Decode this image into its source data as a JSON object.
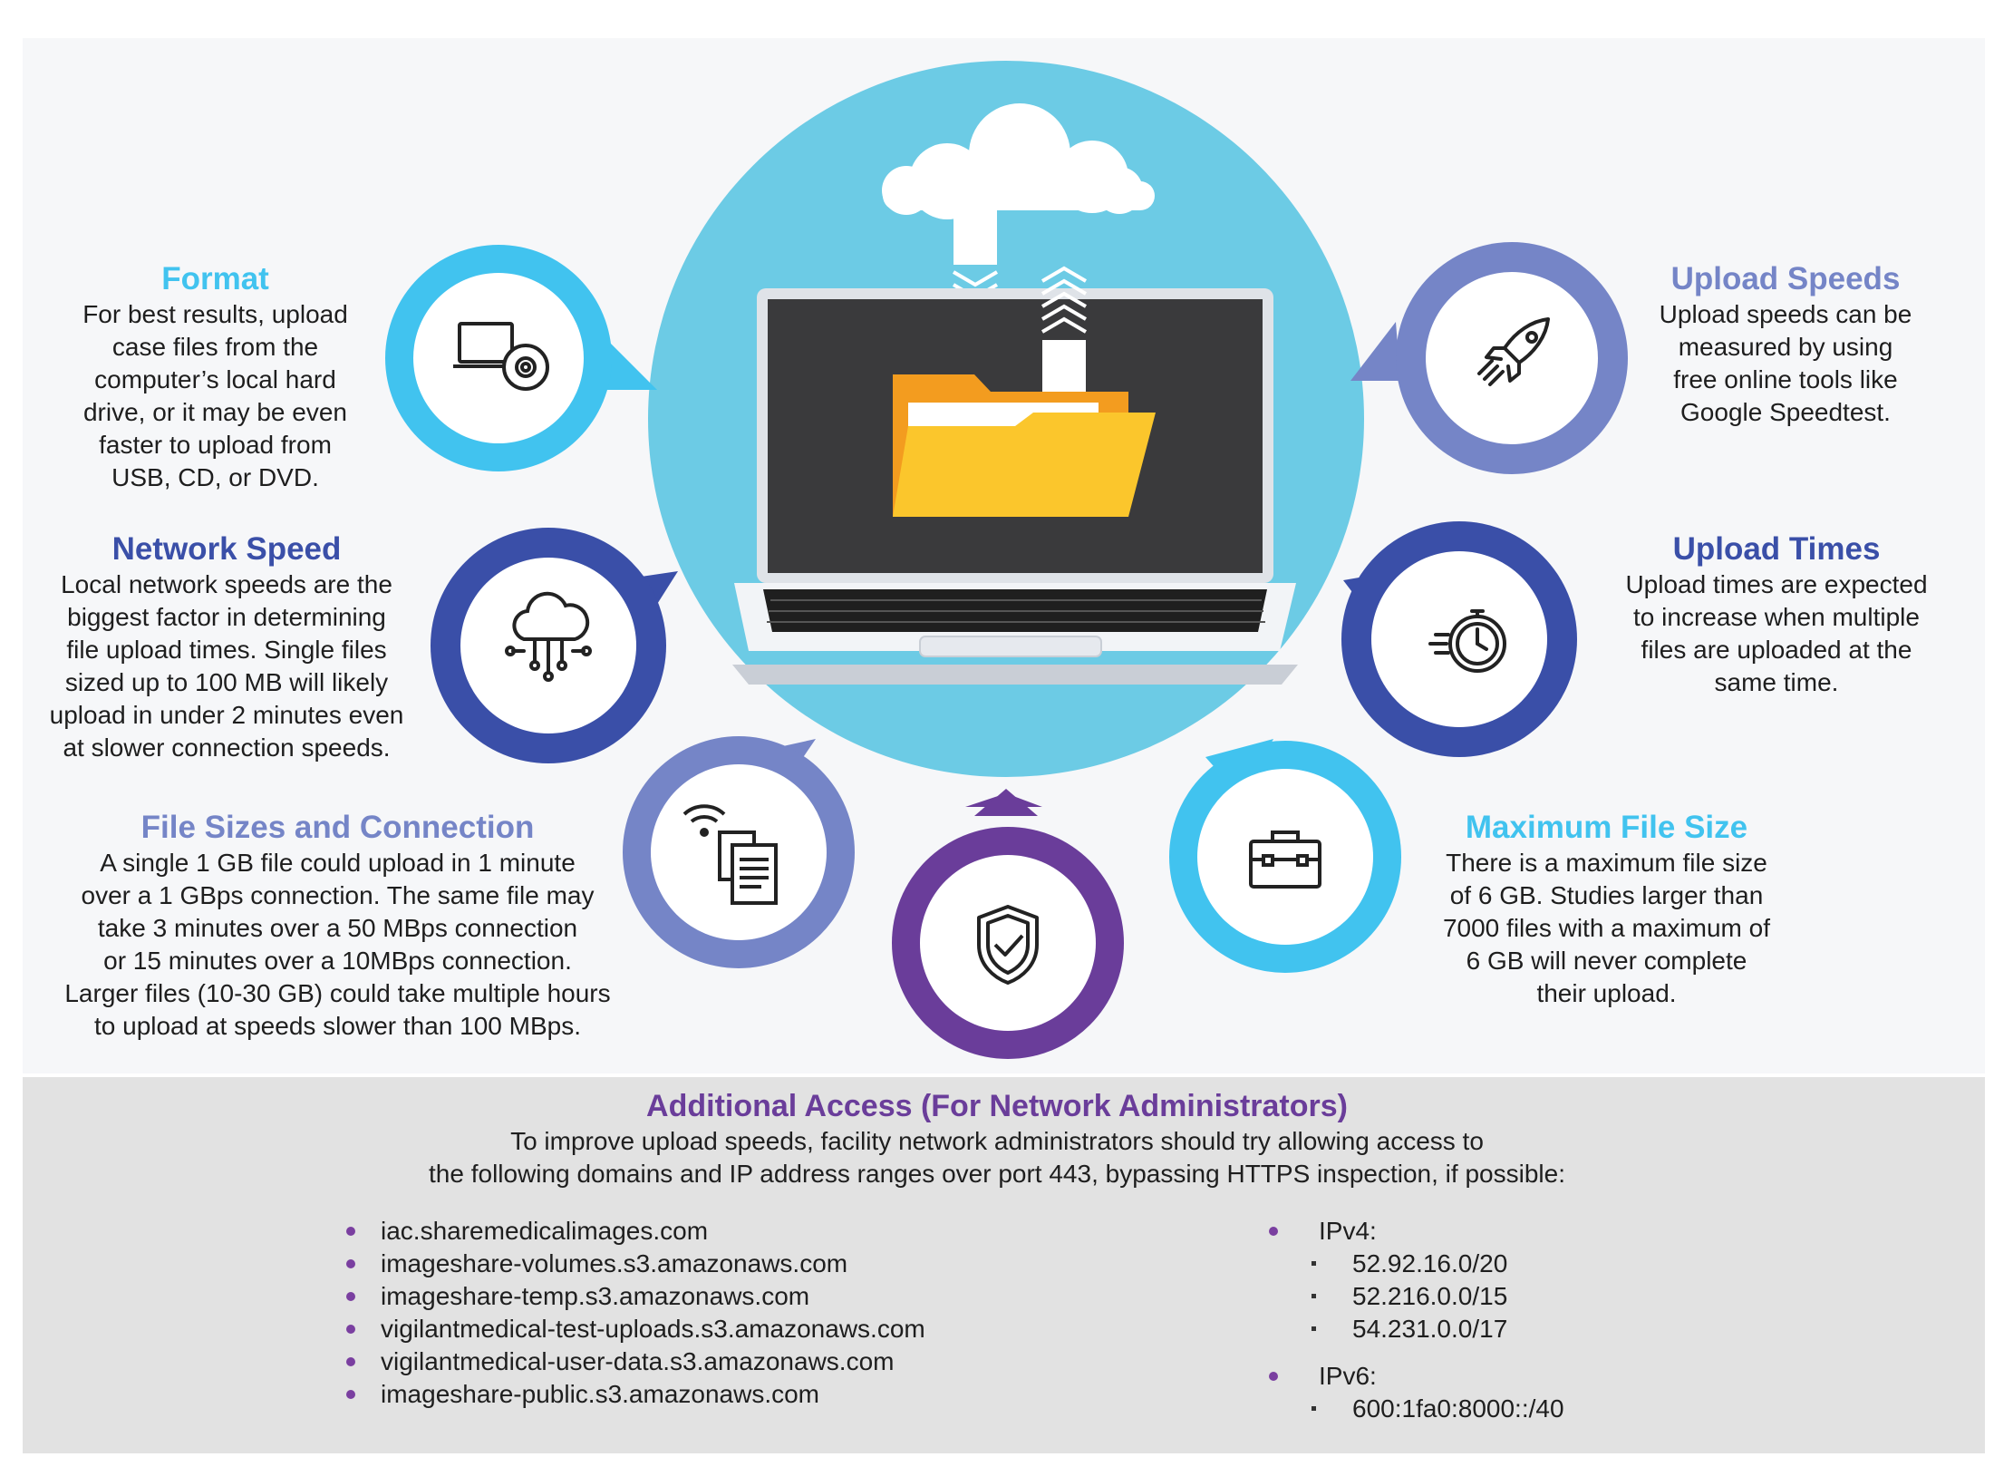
{
  "colors": {
    "light_blue": "#41c3ef",
    "dark_blue": "#3a4fa8",
    "periwinkle": "#7585c7",
    "purple": "#6a3d9a",
    "sky": "#6ccbe5"
  },
  "sections": {
    "format": {
      "title": "Format",
      "lines": [
        "For best results, upload",
        "case files from the",
        "computer’s local hard",
        "drive, or it may be even",
        "faster to upload from",
        "USB, CD, or DVD."
      ],
      "icon": "laptop-disc-icon"
    },
    "network_speed": {
      "title": "Network Speed",
      "lines": [
        "Local network speeds are the",
        "biggest factor in determining",
        "file upload times. Single files",
        "sized up to 100 MB will likely",
        "upload in under 2 minutes even",
        "at slower connection speeds."
      ],
      "icon": "cloud-network-icon"
    },
    "file_sizes": {
      "title": "File Sizes and Connection",
      "lines": [
        "A single 1 GB file could upload in 1 minute",
        "over a 1 GBps connection. The same file may",
        "take 3 minutes over a 50 MBps connection",
        "or 15 minutes over a 10MBps connection.",
        "Larger files (10-30 GB) could take multiple hours",
        "to upload at speeds slower than 100 MBps."
      ],
      "icon": "wifi-documents-icon"
    },
    "upload_speeds": {
      "title": "Upload Speeds",
      "lines": [
        "Upload speeds can be",
        "measured by using",
        "free online tools like",
        "Google Speedtest."
      ],
      "icon": "rocket-icon"
    },
    "upload_times": {
      "title": "Upload Times",
      "lines": [
        "Upload times are expected",
        "to increase when multiple",
        "files are uploaded at the",
        "same time."
      ],
      "icon": "stopwatch-icon"
    },
    "max_file_size": {
      "title": "Maximum File Size",
      "lines": [
        "There is a maximum file size",
        "of 6 GB. Studies larger than",
        "7000 files with a maximum of",
        "6 GB will never complete",
        "their upload."
      ],
      "icon": "briefcase-icon"
    },
    "security": {
      "icon": "shield-check-icon"
    }
  },
  "additional": {
    "title": "Additional Access (For Network Administrators)",
    "intro": [
      "To improve upload speeds, facility network administrators should try allowing access to",
      "the following domains and IP address ranges over port 443, bypassing HTTPS inspection, if possible:"
    ],
    "domains": [
      "iac.sharemedicalimages.com",
      "imageshare-volumes.s3.amazonaws.com",
      "imageshare-temp.s3.amazonaws.com",
      "vigilantmedical-test-uploads.s3.amazonaws.com",
      "vigilantmedical-user-data.s3.amazonaws.com",
      "imageshare-public.s3.amazonaws.com"
    ],
    "ipv4_label": "IPv4:",
    "ipv4": [
      "52.92.16.0/20",
      "52.216.0.0/15",
      "54.231.0.0/17"
    ],
    "ipv6_label": "IPv6:",
    "ipv6": [
      "600:1fa0:8000::/40"
    ]
  }
}
